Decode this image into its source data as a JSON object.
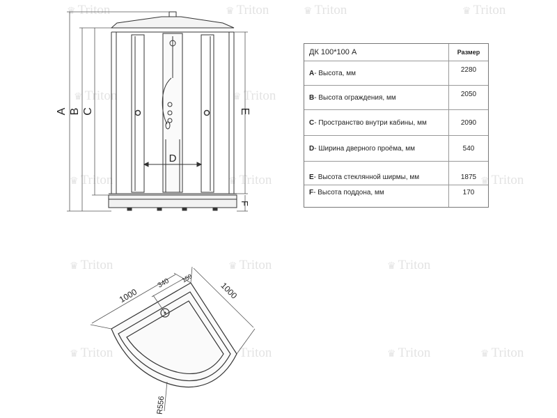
{
  "watermark": {
    "brand": "Triton",
    "crown_icon": "crown-icon"
  },
  "front_view": {
    "labels": {
      "a": "A",
      "b": "B",
      "c": "C",
      "d": "D",
      "e": "E",
      "f": "F"
    }
  },
  "spec_table": {
    "title": "ДК 100*100 А",
    "value_header": "Размер",
    "rows": [
      {
        "letter": "A",
        "text": " - Высота, мм",
        "value": "2280"
      },
      {
        "letter": "B",
        "text": " - Высота ограждения, мм",
        "value": "2050"
      },
      {
        "letter": "C",
        "text": " - Пространство внутри кабины, мм",
        "value": "2090"
      },
      {
        "letter": "D",
        "text": " - Ширина дверного проёма, мм",
        "value": "540"
      },
      {
        "letter": "E",
        "text": " - Высота стеклянной ширмы, мм",
        "value": "1875"
      },
      {
        "letter": "F",
        "text": " - Высота поддона, мм",
        "value": "170"
      }
    ]
  },
  "top_view": {
    "left_side": "1000",
    "right_side": "1000",
    "drain_offset": "340",
    "rim_offset": "150",
    "radius": "R556"
  }
}
